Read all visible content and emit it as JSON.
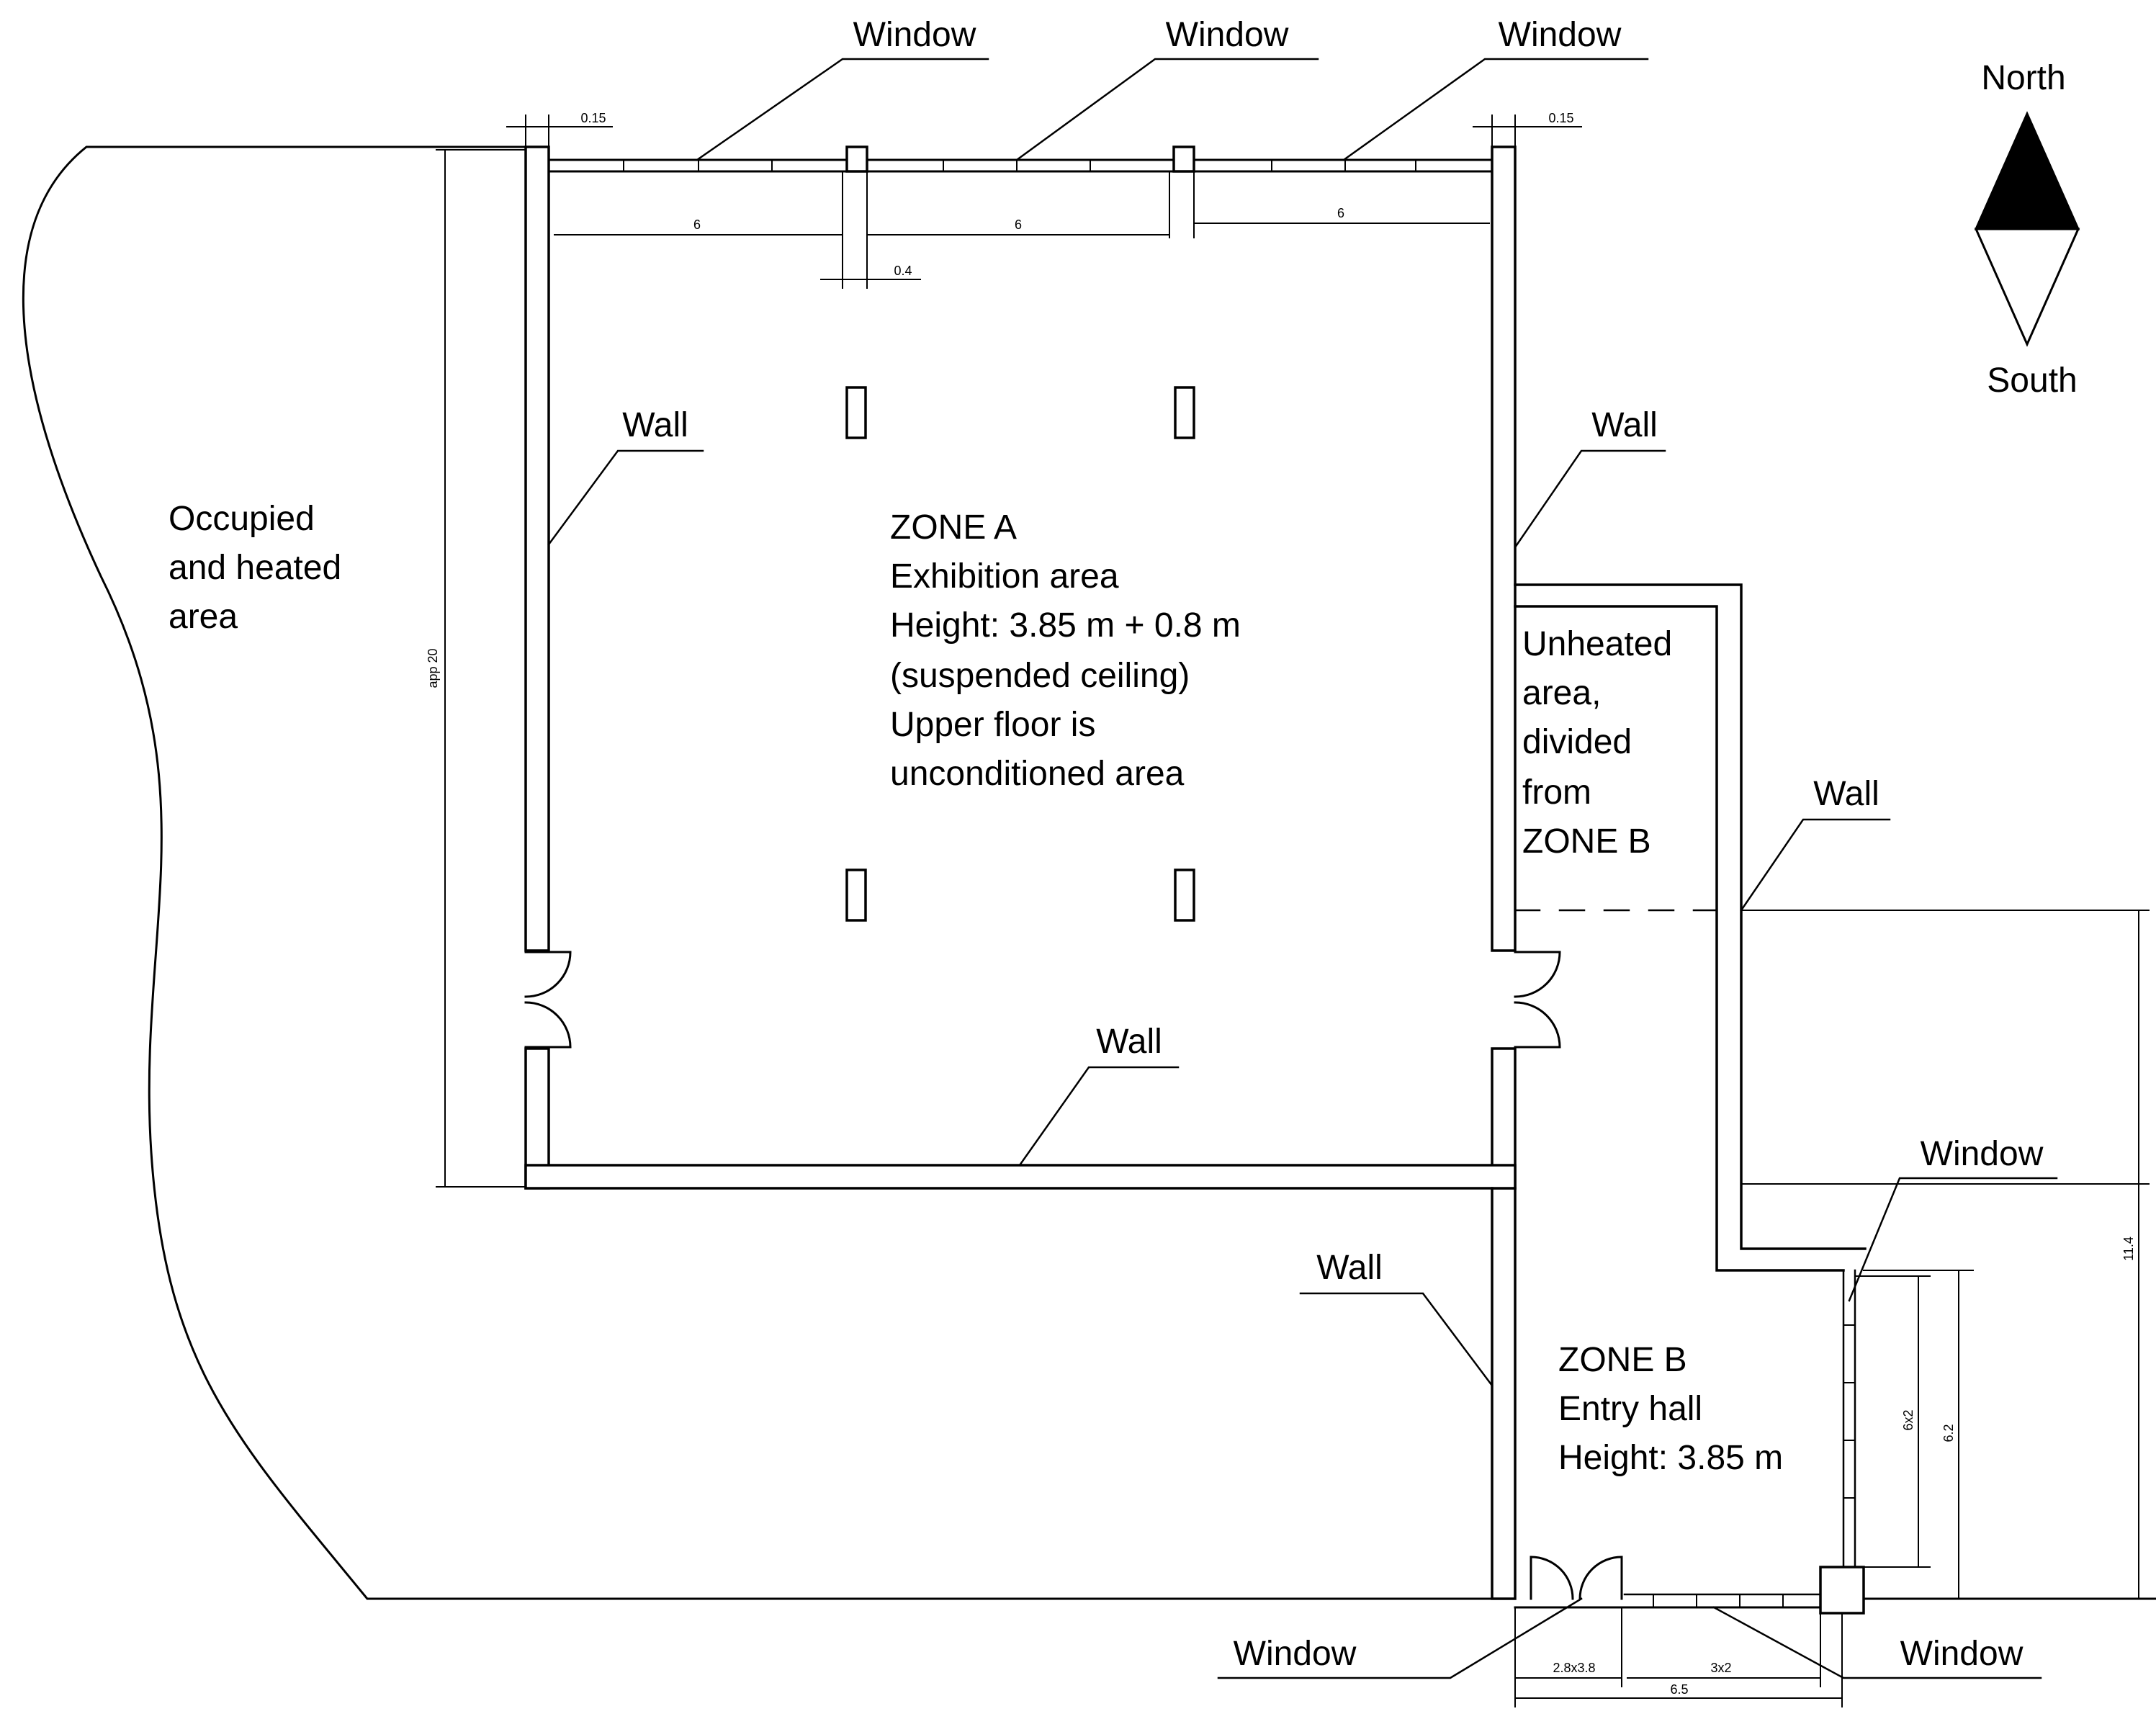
{
  "labels": {
    "window": "Window",
    "wall": "Wall",
    "north": "North",
    "south": "South"
  },
  "occupied_area": [
    "Occupied",
    "and heated",
    "area"
  ],
  "zone_a": [
    "ZONE A",
    "Exhibition area",
    "Height: 3.85 m + 0.8 m",
    "(suspended ceiling)",
    "Upper floor is",
    "unconditioned area"
  ],
  "unheated": [
    "Unheated",
    "area,",
    "divided",
    "from",
    "ZONE B"
  ],
  "zone_b": [
    "ZONE B",
    "Entry hall",
    "Height: 3.85 m"
  ],
  "dimensions": {
    "wall_thickness_left": "0.15",
    "wall_thickness_right": "0.15",
    "bay_1": "6",
    "bay_2": "6",
    "bay_3": "6",
    "column_width": "0.4",
    "zone_a_length": "app 20",
    "zone_b_length": "11.4",
    "window_east_height": "6x2",
    "zone_b_east_length": "6.2",
    "door_south": "2.8x3.8",
    "window_south": "3x2",
    "zone_b_width": "6.5"
  },
  "colors": {
    "line": "#000000",
    "background": "#ffffff",
    "arrow_north": "#000000"
  }
}
